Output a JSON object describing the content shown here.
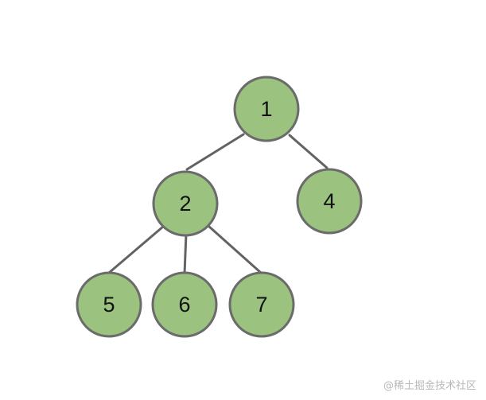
{
  "diagram": {
    "type": "tree",
    "node_color": "#9bc37f",
    "border_color": "#6b6b6b",
    "edge_color": "#636363",
    "nodes": [
      {
        "id": "1",
        "label": "1"
      },
      {
        "id": "2",
        "label": "2"
      },
      {
        "id": "4",
        "label": "4"
      },
      {
        "id": "5",
        "label": "5"
      },
      {
        "id": "6",
        "label": "6"
      },
      {
        "id": "7",
        "label": "7"
      }
    ],
    "edges": [
      {
        "from": "1",
        "to": "2"
      },
      {
        "from": "1",
        "to": "4"
      },
      {
        "from": "2",
        "to": "5"
      },
      {
        "from": "2",
        "to": "6"
      },
      {
        "from": "2",
        "to": "7"
      }
    ]
  },
  "watermark": {
    "text": "@稀土掘金技术社区"
  }
}
